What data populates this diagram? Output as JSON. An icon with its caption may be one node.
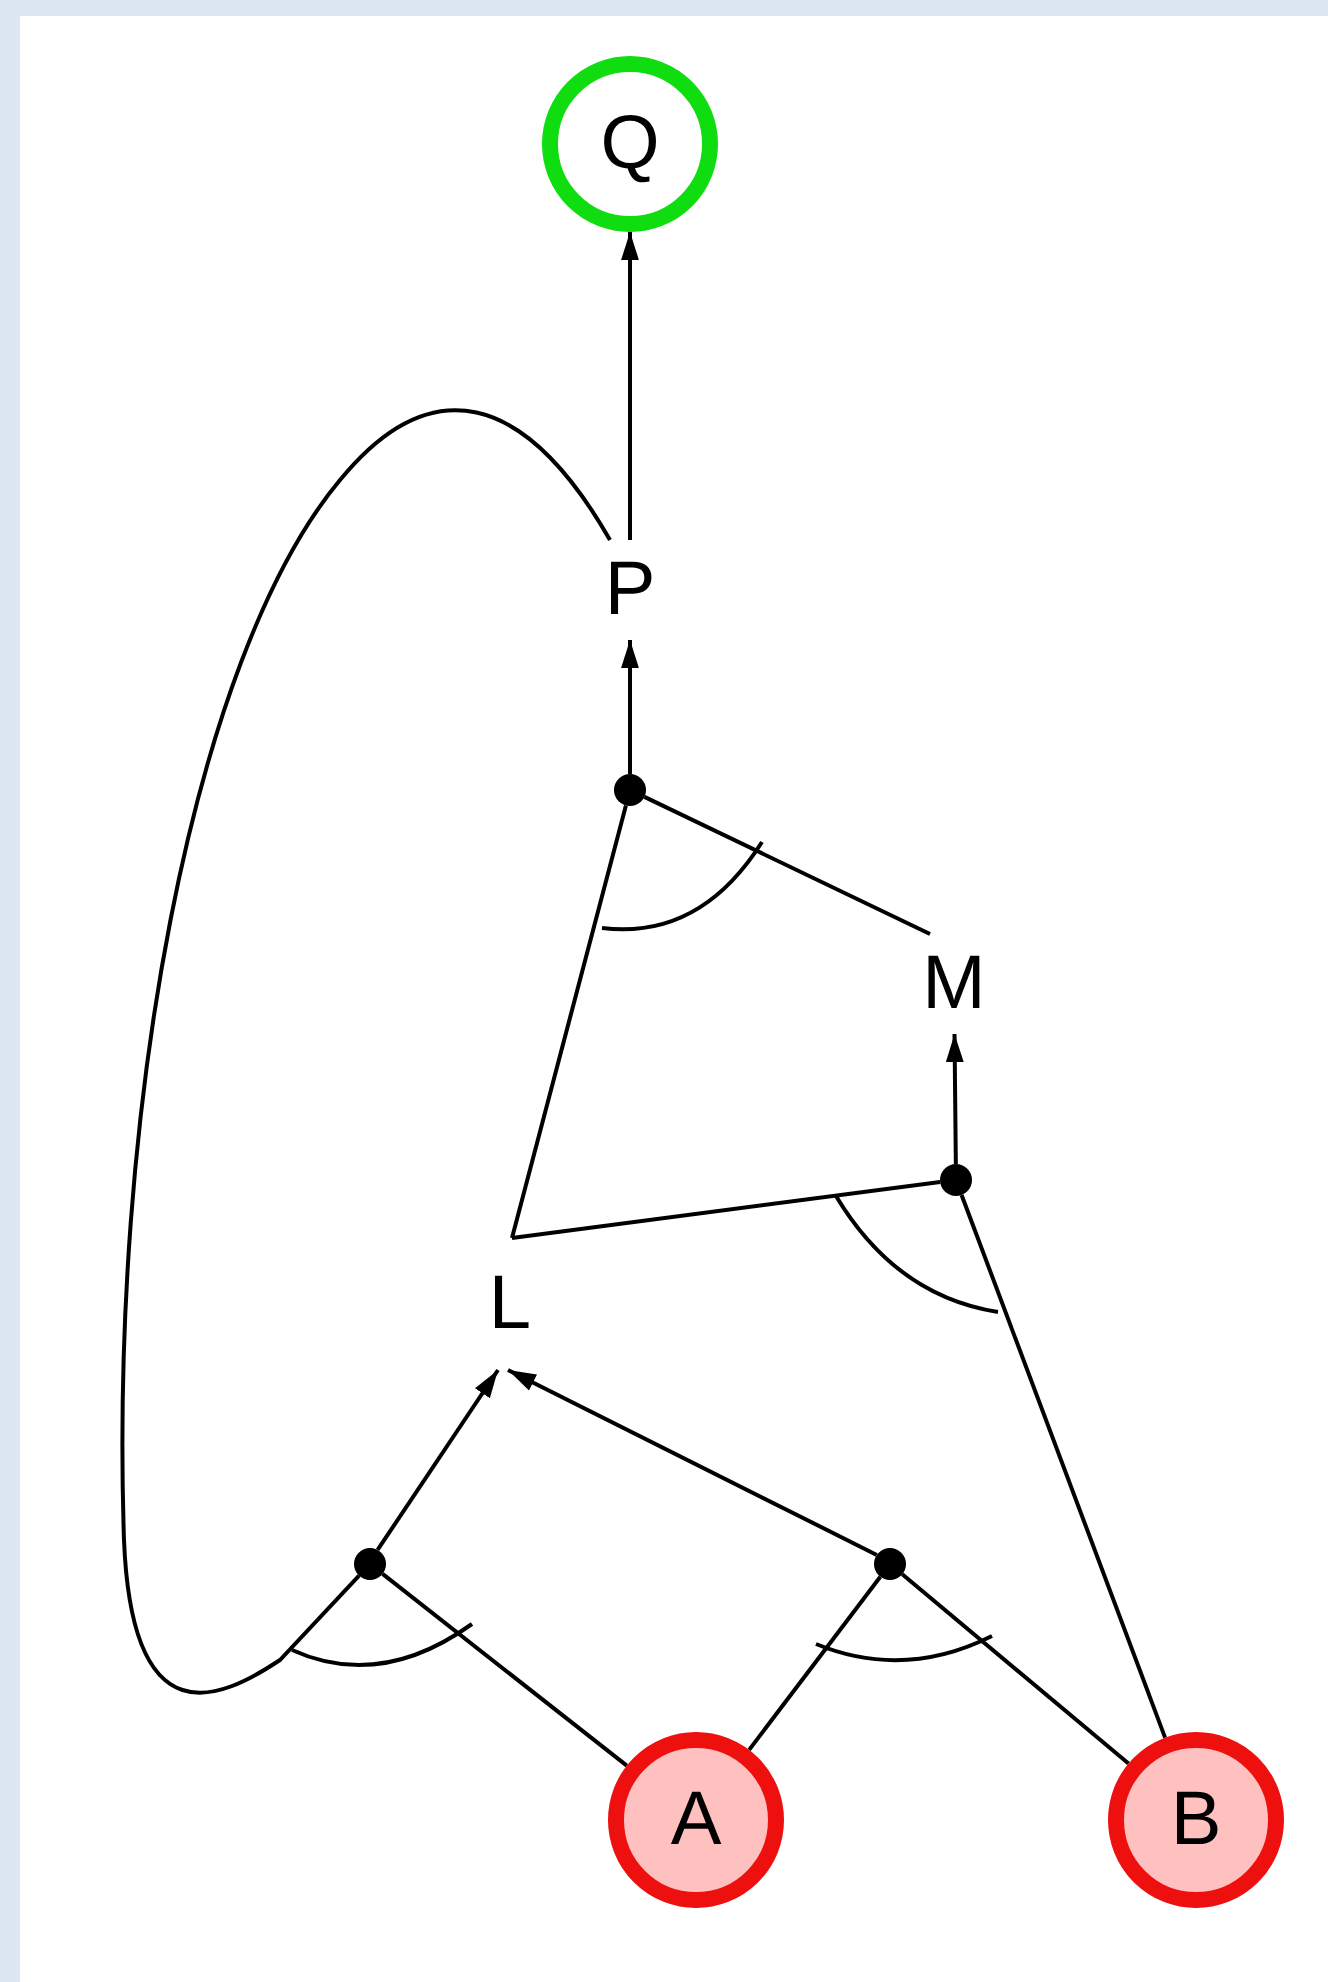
{
  "diagram": {
    "nodes": [
      {
        "text": [
          "Q"
        ]
      },
      {
        "text": [
          "P"
        ]
      },
      {
        "text": [],
        "shape": "dot"
      },
      {
        "text": [
          "M"
        ]
      },
      {
        "text": [],
        "shape": "dot"
      },
      {
        "text": [
          "L"
        ]
      },
      {
        "text": [],
        "shape": "dot"
      },
      {
        "text": [],
        "shape": "dot"
      },
      {
        "text": [
          "A"
        ]
      },
      {
        "text": [
          "B"
        ]
      }
    ],
    "edges": [
      {
        "from": 8,
        "to": 6,
        "arrow": "none"
      },
      {
        "from": 1,
        "to": 6,
        "arrow": "none"
      },
      {
        "from": 6,
        "to": 5,
        "arrow": "to"
      },
      {
        "from": 8,
        "to": 7,
        "arrow": "none"
      },
      {
        "from": 9,
        "to": 7,
        "arrow": "none"
      },
      {
        "from": 7,
        "to": 5,
        "arrow": "to"
      },
      {
        "from": 5,
        "to": 4,
        "arrow": "none"
      },
      {
        "from": 9,
        "to": 4,
        "arrow": "none"
      },
      {
        "from": 4,
        "to": 3,
        "arrow": "to"
      },
      {
        "from": 5,
        "to": 2,
        "arrow": "none"
      },
      {
        "from": 3,
        "to": 2,
        "arrow": "none"
      },
      {
        "from": 2,
        "to": 1,
        "arrow": "to"
      },
      {
        "from": 1,
        "to": 0,
        "arrow": "to"
      }
    ]
  }
}
